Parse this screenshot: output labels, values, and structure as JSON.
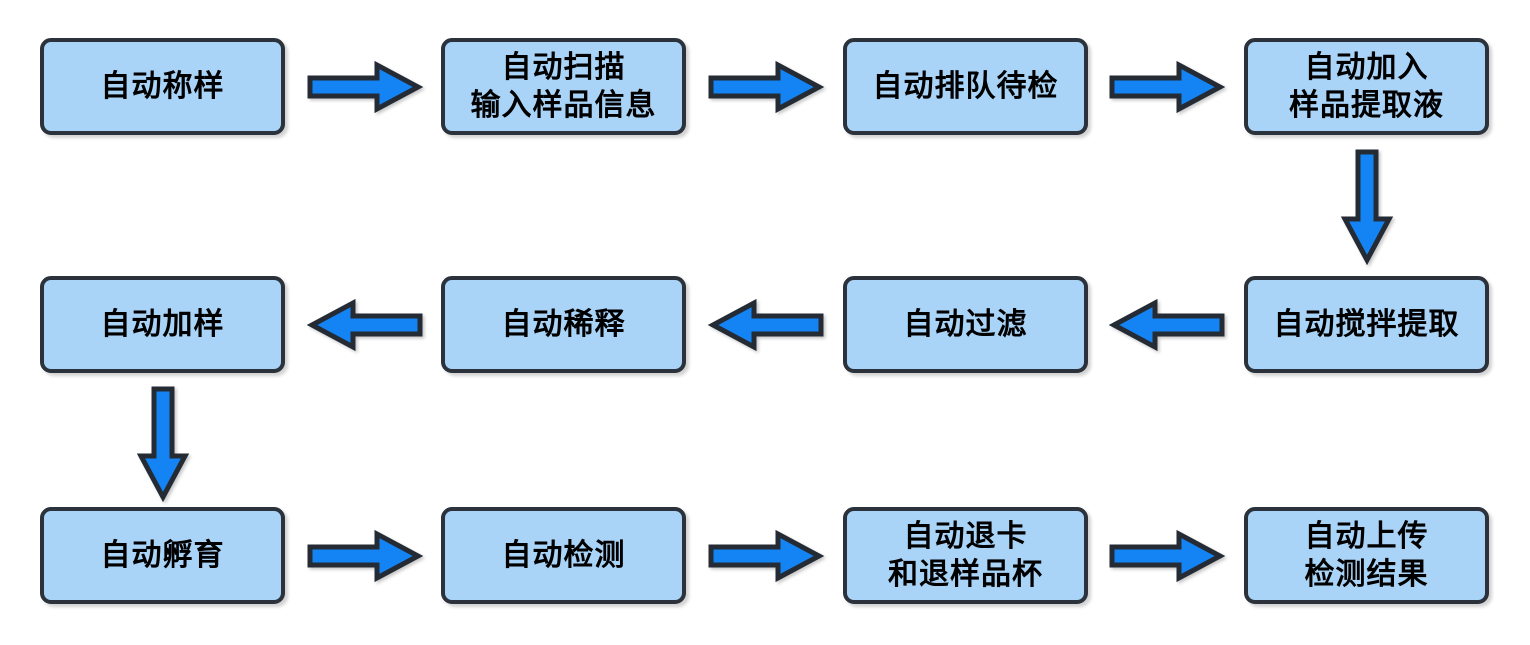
{
  "colors": {
    "background": "#FFFFFF",
    "box_fill": "#A9D4F8",
    "box_border": "#2B323B",
    "arrow_fill": "#1484F4",
    "arrow_outline": "#242B34",
    "text": "#000000"
  },
  "nodes": [
    {
      "id": "auto-weighing",
      "label": "自动称样"
    },
    {
      "id": "auto-scan-input",
      "label": "自动扫描\n输入样品信息"
    },
    {
      "id": "auto-queue",
      "label": "自动排队待检"
    },
    {
      "id": "auto-add-extractant",
      "label": "自动加入\n样品提取液"
    },
    {
      "id": "auto-stir-extract",
      "label": "自动搅拌提取"
    },
    {
      "id": "auto-filter",
      "label": "自动过滤"
    },
    {
      "id": "auto-dilute",
      "label": "自动稀释"
    },
    {
      "id": "auto-dispense",
      "label": "自动加样"
    },
    {
      "id": "auto-incubate",
      "label": "自动孵育"
    },
    {
      "id": "auto-detect",
      "label": "自动检测"
    },
    {
      "id": "auto-eject-card-cup",
      "label": "自动退卡\n和退样品杯"
    },
    {
      "id": "auto-upload-results",
      "label": "自动上传\n检测结果"
    }
  ],
  "edges": [
    {
      "from": "自动称样",
      "to": "自动扫描输入样品信息",
      "direction": "right"
    },
    {
      "from": "自动扫描输入样品信息",
      "to": "自动排队待检",
      "direction": "right"
    },
    {
      "from": "自动排队待检",
      "to": "自动加入样品提取液",
      "direction": "right"
    },
    {
      "from": "自动加入样品提取液",
      "to": "自动搅拌提取",
      "direction": "down"
    },
    {
      "from": "自动搅拌提取",
      "to": "自动过滤",
      "direction": "left"
    },
    {
      "from": "自动过滤",
      "to": "自动稀释",
      "direction": "left"
    },
    {
      "from": "自动稀释",
      "to": "自动加样",
      "direction": "left"
    },
    {
      "from": "自动加样",
      "to": "自动孵育",
      "direction": "down"
    },
    {
      "from": "自动孵育",
      "to": "自动检测",
      "direction": "right"
    },
    {
      "from": "自动检测",
      "to": "自动退卡和退样品杯",
      "direction": "right"
    },
    {
      "from": "自动退卡和退样品杯",
      "to": "自动上传检测结果",
      "direction": "right"
    }
  ]
}
